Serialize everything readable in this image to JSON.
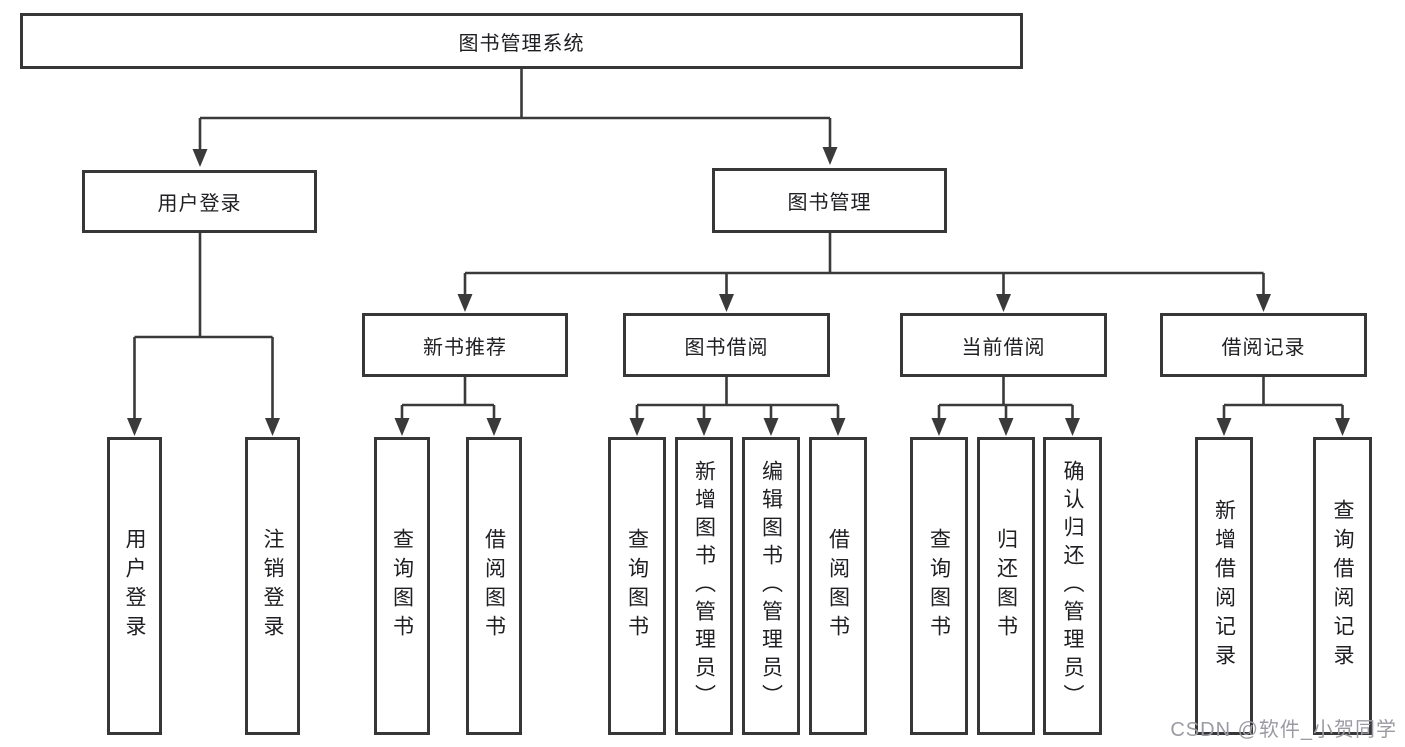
{
  "diagram": {
    "root": {
      "label": "图书管理系统"
    },
    "user_login": {
      "label": "用户登录",
      "children": [
        "用户登录",
        "注销登录"
      ]
    },
    "book_management": {
      "label": "图书管理",
      "sections": [
        {
          "label": "新书推荐",
          "children": [
            "查询图书",
            "借阅图书"
          ]
        },
        {
          "label": "图书借阅",
          "children": [
            "查询图书",
            "新增图书（管理员）",
            "编辑图书（管理员）",
            "借阅图书"
          ]
        },
        {
          "label": "当前借阅",
          "children": [
            "查询图书",
            "归还图书",
            "确认归还（管理员）"
          ]
        },
        {
          "label": "借阅记录",
          "children": [
            "新增借阅记录",
            "查询借阅记录"
          ]
        }
      ]
    }
  },
  "watermark": {
    "text": "CSDN @软件_小贺同学"
  },
  "colors": {
    "line": "#3a3a3a",
    "box_border": "#373737",
    "text": "#202024",
    "background": "#ffffff",
    "watermark": "#9b9ba3"
  }
}
